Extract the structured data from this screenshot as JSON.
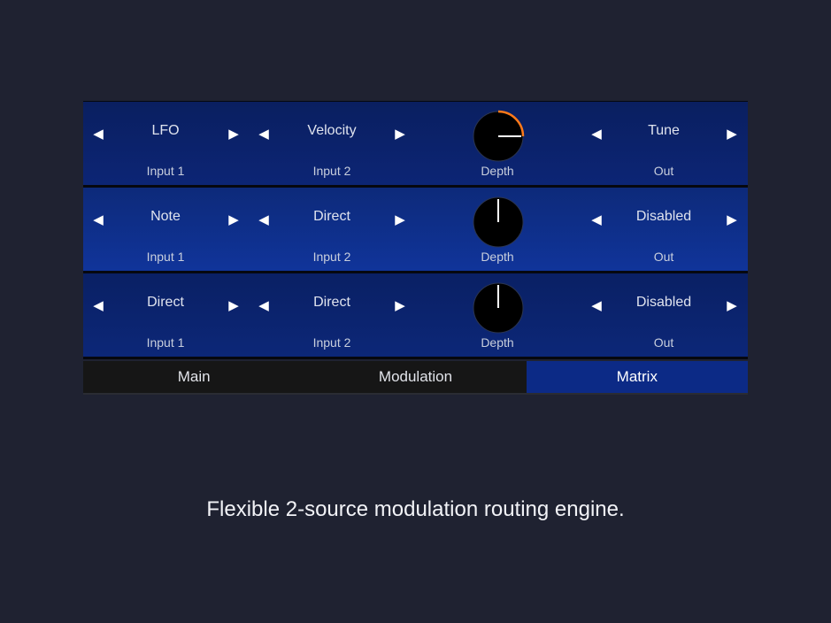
{
  "colors": {
    "background": "#1f2231",
    "row_blue": "#0c2a86",
    "knob_accent": "#ff7a1a",
    "active_tab": "#0c2a86"
  },
  "rows": [
    {
      "input1": "LFO",
      "input1_label": "Input 1",
      "input2": "Velocity",
      "input2_label": "Input 2",
      "depth_label": "Depth",
      "depth_value": 0.25,
      "out": "Tune",
      "out_label": "Out"
    },
    {
      "input1": "Note",
      "input1_label": "Input 1",
      "input2": "Direct",
      "input2_label": "Input 2",
      "depth_label": "Depth",
      "depth_value": 0,
      "out": "Disabled",
      "out_label": "Out"
    },
    {
      "input1": "Direct",
      "input1_label": "Input 1",
      "input2": "Direct",
      "input2_label": "Input 2",
      "depth_label": "Depth",
      "depth_value": 0,
      "out": "Disabled",
      "out_label": "Out"
    }
  ],
  "arrows": {
    "left": "◀",
    "right": "▶"
  },
  "tabs": [
    {
      "label": "Main",
      "active": false
    },
    {
      "label": "Modulation",
      "active": false
    },
    {
      "label": "Matrix",
      "active": true
    }
  ],
  "caption": "Flexible 2-source modulation routing engine."
}
